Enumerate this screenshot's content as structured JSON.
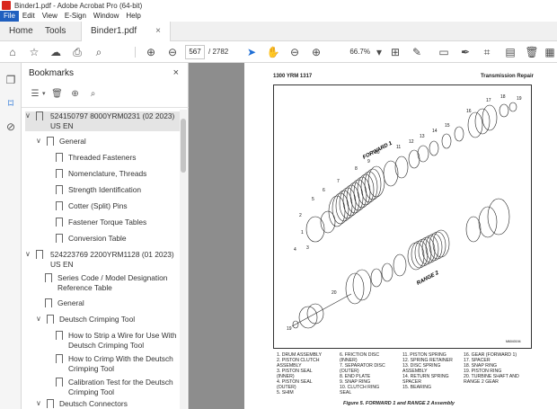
{
  "window": {
    "title": "Binder1.pdf - Adobe Acrobat Pro (64-bit)"
  },
  "menu": {
    "items": [
      "File",
      "Edit",
      "View",
      "E-Sign",
      "Window",
      "Help"
    ]
  },
  "tabs": {
    "home": "Home",
    "tools": "Tools",
    "doc": "Binder1.pdf",
    "close": "×"
  },
  "toolbar": {
    "page_current": "567",
    "page_total": "/ 2782",
    "zoom": "66.7%"
  },
  "bookmarks": {
    "header": "Bookmarks",
    "close": "×",
    "items": [
      {
        "label": "524150797 8000YRM0231 (02 2023)",
        "label2": "US EN"
      },
      {
        "label": "General"
      },
      {
        "label": "Threaded Fasteners"
      },
      {
        "label": "Nomenclature, Threads"
      },
      {
        "label": "Strength Identification"
      },
      {
        "label": "Cotter (Split) Pins"
      },
      {
        "label": "Fastener Torque Tables"
      },
      {
        "label": "Conversion Table"
      },
      {
        "label": "524223769 2200YRM1128 (01 2023)",
        "label2": "US EN"
      },
      {
        "label": "Series Code / Model Designation",
        "label2": "Reference Table"
      },
      {
        "label": "General"
      },
      {
        "label": "Deutsch Crimping Tool"
      },
      {
        "label": "How to Strip a Wire for Use With",
        "label2": "Deutsch Crimping Tool"
      },
      {
        "label": "How to Crimp With the Deutsch",
        "label2": "Crimping Tool"
      },
      {
        "label": "Calibration Test for the Deutsch",
        "label2": "Crimping Tool"
      },
      {
        "label": "Deutsch Connectors"
      }
    ]
  },
  "document": {
    "header_left": "1300 YRM 1317",
    "header_right": "Transmission Repair",
    "figure_label_forward": "FORWARD 1",
    "figure_label_range": "RANGE 2",
    "figure_code": "M6040194",
    "legend": [
      [
        "1.  DRUM ASSEMBLY",
        "2.  PISTON CLUTCH",
        "     ASSEMBLY",
        "3.  PISTON SEAL",
        "     (INNER)",
        "4.  PISTON SEAL",
        "     (OUTER)",
        "5.  SHIM"
      ],
      [
        "6.  FRICTION DISC",
        "     (INNER)",
        "7.  SEPARATOR DISC",
        "     (OUTER)",
        "8.  END PLATE",
        "9.  SNAP RING",
        "10. CLUTCH RING",
        "     SEAL"
      ],
      [
        "11. PISTON SPRING",
        "12. SPRING RETAINER",
        "13. DISC SPRING",
        "     ASSEMBLY",
        "14. RETURN SPRING",
        "     SPACER",
        "15. BEARING"
      ],
      [
        "16. GEAR (FORWARD 1)",
        "17. SPACER",
        "18. SNAP RING",
        "19. PISTON RING",
        "20. TURBINE SHAFT AND",
        "     RANGE 2 GEAR"
      ]
    ],
    "caption": "Figure 5. FORWARD 1 and RANGE 2 Assembly",
    "callouts_upper": [
      "1",
      "2",
      "3",
      "4",
      "5",
      "6",
      "7",
      "8",
      "9",
      "10",
      "11",
      "12",
      "13",
      "14",
      "15",
      "16",
      "17",
      "18",
      "19"
    ],
    "callouts_lower": [
      "20",
      "19"
    ]
  }
}
